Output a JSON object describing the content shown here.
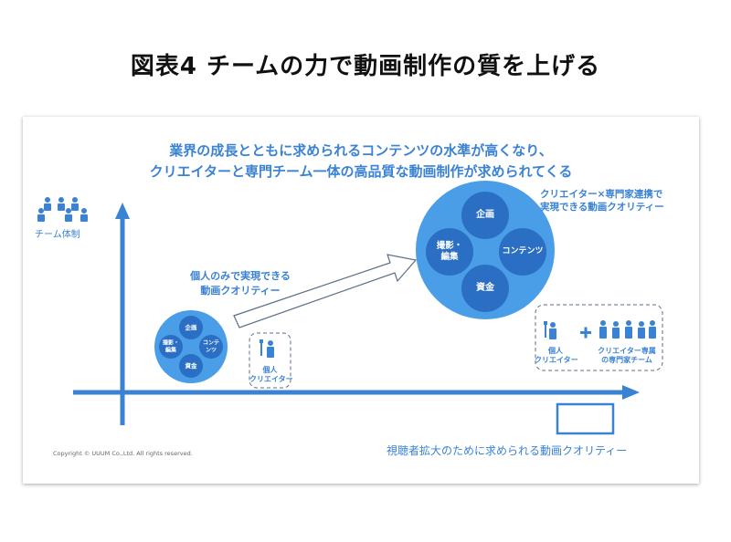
{
  "title": "図表4 チームの力で動画制作の質を上げる",
  "headline": {
    "line1": "業界の成長とともに求められるコンテンツの水準が高くなり、",
    "line2": "クリエイターと専門チーム一体の高品質な動画制作が求められてくる"
  },
  "y_axis_label": "チーム体制",
  "x_axis_label": "視聴者拡大のために求められる動画クオリティー",
  "small_cluster": {
    "caption_line1": "個人のみで実現できる",
    "caption_line2": "動画クオリティー",
    "nodes": {
      "top": "企画",
      "left": "撮影・\n編集",
      "right": "コンテ\nンツ",
      "bottom": "資金"
    }
  },
  "large_cluster": {
    "caption_line1": "クリエイター×専門家連携で",
    "caption_line2": "実現できる動画クオリティー",
    "nodes": {
      "top": "企画",
      "left": "撮影・\n編集",
      "right": "コンテンツ",
      "bottom": "資金"
    }
  },
  "individual_box": {
    "label_line1": "個人",
    "label_line2": "クリエイター"
  },
  "team_box": {
    "left_label_line1": "個人",
    "left_label_line2": "クリエイター",
    "plus": "+",
    "right_label_line1": "クリエイター専属",
    "right_label_line2": "の専門家チーム"
  },
  "copyright": "Copyright © UUUM Co.,Ltd. All rights reserved.",
  "colors": {
    "accent": "#3a82d4",
    "outer_circle": "#4a9ee8",
    "inner_circle": "#2a6fc4",
    "dashed": "#5a6e88"
  }
}
